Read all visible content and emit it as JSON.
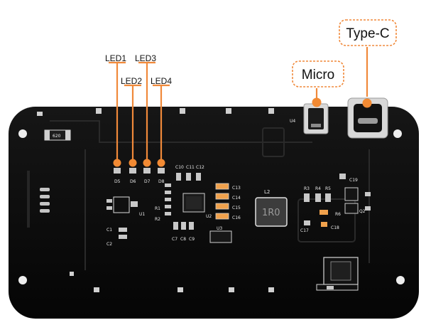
{
  "callouts": {
    "led1": "LED1",
    "led2": "LED2",
    "led3": "LED3",
    "led4": "LED4",
    "micro": "Micro",
    "type_c": "Type-C"
  },
  "silkscreen": {
    "u4": "U4",
    "d5": "D5",
    "d6": "D6",
    "d7": "D7",
    "d8": "D8",
    "c10": "C10",
    "c11": "C11",
    "c12": "C12",
    "c13": "C13",
    "c14": "C14",
    "c15": "C15",
    "c16": "C16",
    "l2": "L2",
    "inductor_mark": "1R0",
    "r3": "R3",
    "r4": "R4",
    "r5": "R5",
    "r6": "R6",
    "c19": "C19",
    "q2": "Q2",
    "c17": "C17",
    "c18": "C18",
    "u1": "U1",
    "u2": "U2",
    "u3": "U3",
    "c1": "C1",
    "c2": "C2",
    "r1": "R1",
    "r2": "R2",
    "c7": "C7",
    "c8": "C8",
    "c9": "C9",
    "resistor_mark": "620"
  },
  "colors": {
    "callout_orange": "#f0893a",
    "pcb": "#0d0d0d",
    "silk": "#e8e8e8",
    "pad": "#c8c8c8",
    "led_pad": "#f5a15a"
  }
}
